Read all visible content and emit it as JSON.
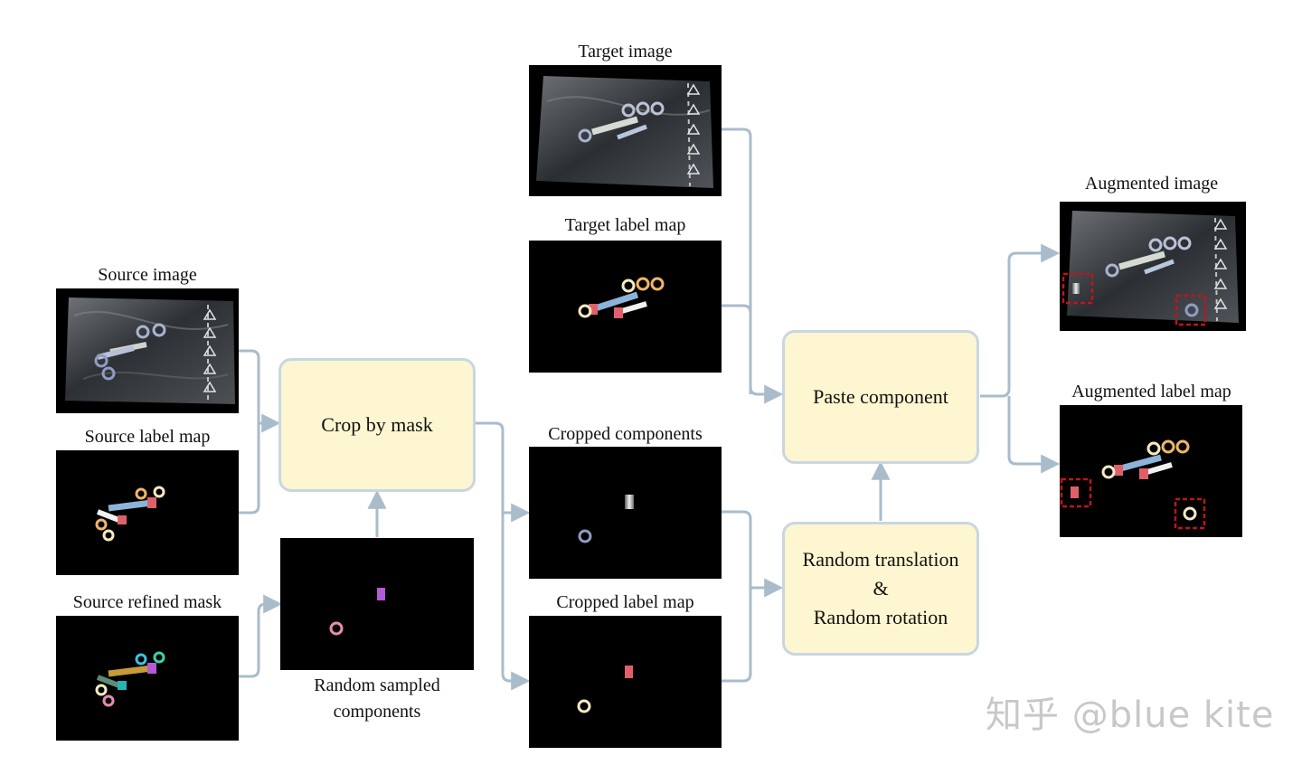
{
  "nodes": {
    "source_image": "Source image",
    "source_label_map": "Source label map",
    "source_refined_mask": "Source refined mask",
    "crop_by_mask": "Crop by mask",
    "random_sampled_components_line1": "Random sampled",
    "random_sampled_components_line2": "components",
    "target_image": "Target image",
    "target_label_map": "Target label map",
    "cropped_components": "Cropped components",
    "cropped_label_map": "Cropped label map",
    "paste_component": "Paste component",
    "random_translation": "Random translation",
    "ampersand": "&",
    "random_rotation": "Random rotation",
    "augmented_image": "Augmented image",
    "augmented_label_map": "Augmented label map"
  },
  "watermark": "知乎 @blue kite",
  "colors": {
    "process_box_fill": "#fdf6d0",
    "process_box_border": "#c9d6e2",
    "arrow": "#a9bccb",
    "highlight_box": "#c0141b"
  }
}
